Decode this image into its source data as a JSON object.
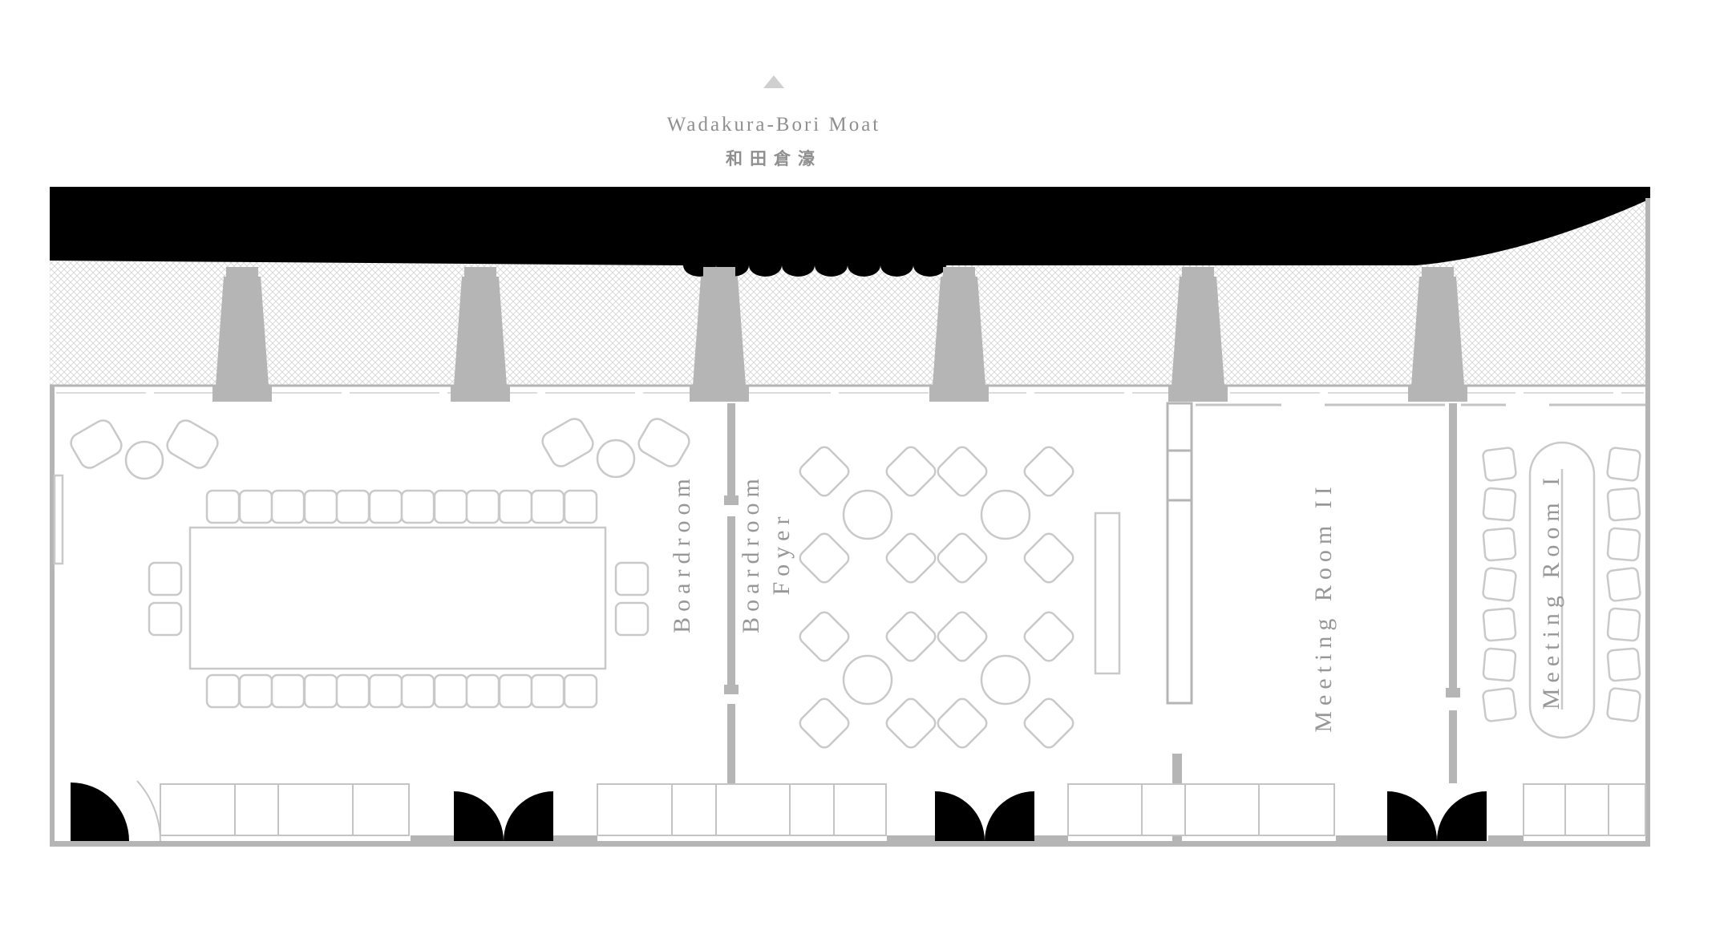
{
  "moat_annotation": {
    "arrow_icon": "up-triangle",
    "label_en": "Wadakura-Bori Moat",
    "label_ja": "和田倉濠"
  },
  "rooms": {
    "boardroom": {
      "label": "Boardroom"
    },
    "boardroom_foyer": {
      "label_line1": "Boardroom",
      "label_line2": "Foyer"
    },
    "meeting_room_2": {
      "label": "Meeting Room II"
    },
    "meeting_room_1": {
      "label": "Meeting Room I"
    }
  },
  "colors": {
    "exterior_fill": "#000000",
    "wall": "#b5b5b5",
    "furniture_outline": "#c9c9c9",
    "door_fill": "#000000",
    "hatch_line": "#d9d9d9",
    "label_text": "#979797"
  }
}
